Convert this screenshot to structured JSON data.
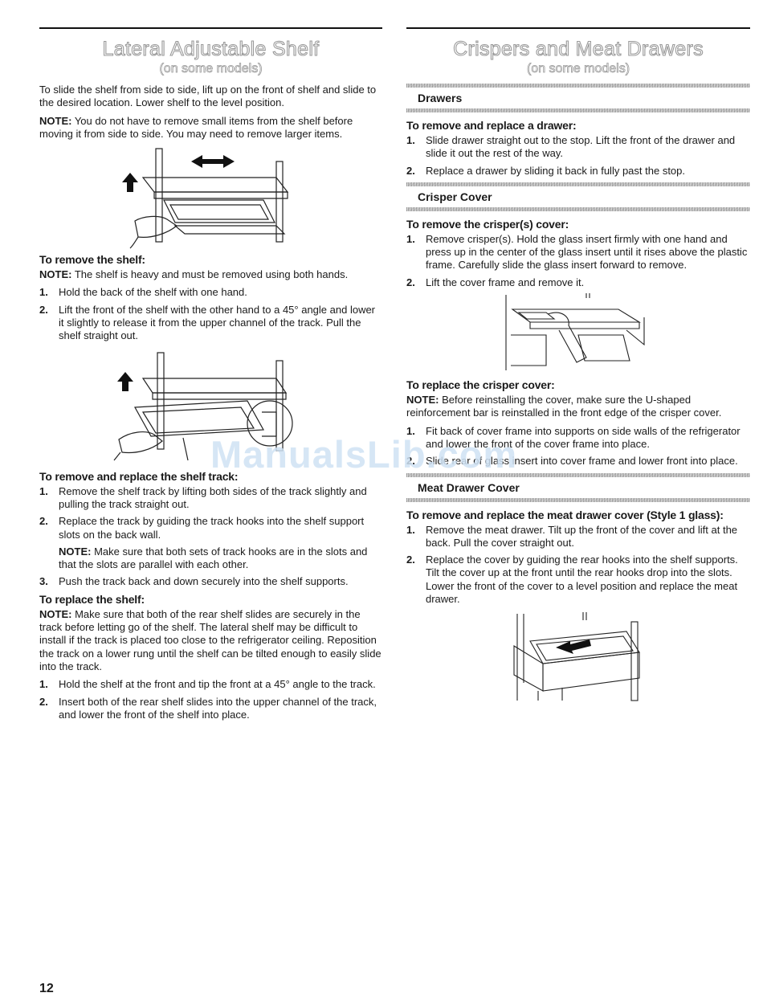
{
  "left": {
    "title": "Lateral Adjustable Shelf",
    "subtitle": "(on some models)",
    "intro": "To slide the shelf from side to side, lift up on the front of shelf and slide to the desired location. Lower shelf to the level position.",
    "note1_label": "NOTE:",
    "note1_text": " You do not have to remove small items from the shelf before moving it from side to side. You may need to remove larger items.",
    "remove_heading": "To remove the shelf:",
    "note2_label": "NOTE:",
    "note2_text": " The shelf is heavy and must be removed using both hands.",
    "remove_steps": [
      {
        "num": "1.",
        "text": "Hold the back of the shelf with one hand."
      },
      {
        "num": "2.",
        "text": "Lift the front of the shelf with the other hand to a 45° angle and lower it slightly to release it from the upper channel of the track. Pull the shelf straight out."
      }
    ],
    "track_heading": "To remove and replace the shelf track:",
    "track_steps": [
      {
        "num": "1.",
        "text": "Remove the shelf track by lifting both sides of the track slightly and pulling the track straight out."
      },
      {
        "num": "2.",
        "text": "Replace the track by guiding the track hooks into the shelf support slots on the back wall.",
        "note_label": "NOTE:",
        "note_text": " Make sure that both sets of track hooks are in the slots and that the slots are parallel with each other."
      },
      {
        "num": "3.",
        "text": "Push the track back and down securely into the shelf supports."
      }
    ],
    "replace_heading": "To replace the shelf:",
    "note3_label": "NOTE:",
    "note3_text": " Make sure that both of the rear shelf slides are securely in the track before letting go of the shelf. The lateral shelf may be difficult to install if the track is placed too close to the refrigerator ceiling. Reposition the track on a lower rung until the shelf can be tilted enough to easily slide into the track.",
    "replace_steps": [
      {
        "num": "1.",
        "text": "Hold the shelf at the front and tip the front at a 45° angle to the track."
      },
      {
        "num": "2.",
        "text": "Insert both of the rear shelf slides into the upper channel of the track, and lower the front of the shelf into place."
      }
    ]
  },
  "right": {
    "title": "Crispers and Meat Drawers",
    "subtitle": "(on some models)",
    "drawers_band": "Drawers",
    "drawer_heading": "To remove and replace a drawer:",
    "drawer_steps": [
      {
        "num": "1.",
        "text": "Slide drawer straight out to the stop. Lift the front of the drawer and slide it out the rest of the way."
      },
      {
        "num": "2.",
        "text": "Replace a drawer by sliding it back in fully past the stop."
      }
    ],
    "crisper_band": "Crisper Cover",
    "crisper_remove_heading": "To remove the crisper(s) cover:",
    "crisper_remove_steps": [
      {
        "num": "1.",
        "text": "Remove crisper(s). Hold the glass insert firmly with one hand and press up in the center of the glass insert until it rises above the plastic frame. Carefully slide the glass insert forward to remove."
      },
      {
        "num": "2.",
        "text": "Lift the cover frame and remove it."
      }
    ],
    "crisper_replace_heading": "To replace the crisper cover:",
    "note_label": "NOTE:",
    "note_text": " Before reinstalling the cover, make sure the U-shaped reinforcement bar is reinstalled in the front edge of the crisper cover.",
    "crisper_replace_steps": [
      {
        "num": "1.",
        "text": "Fit back of cover frame into supports on side walls of the refrigerator and lower the front of the cover frame into place."
      },
      {
        "num": "2.",
        "text": "Slide rear of glass insert into cover frame and lower front into place."
      }
    ],
    "meat_band": "Meat Drawer Cover",
    "meat_heading": "To remove and replace the meat drawer cover (Style 1 glass):",
    "meat_steps": [
      {
        "num": "1.",
        "text": "Remove the meat drawer. Tilt up the front of the cover and lift at the back. Pull the cover straight out."
      },
      {
        "num": "2.",
        "text": "Replace the cover by guiding the rear hooks into the shelf supports. Tilt the cover up at the front until the rear hooks drop into the slots. Lower the front of the cover to a level position and replace the meat drawer."
      }
    ]
  },
  "watermark": "ManualsLib.com",
  "page_number": "12"
}
